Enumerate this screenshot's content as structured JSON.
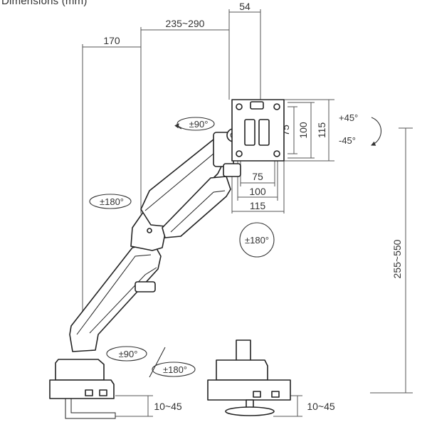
{
  "title": "Dimensions (mm)",
  "dimensions": {
    "top_depth": "54",
    "reach_max": "235~290",
    "reach_min": "170",
    "vesa_75_v": "75",
    "vesa_100_v": "100",
    "vesa_115_v": "115",
    "vesa_75_h": "75",
    "vesa_100_h": "100",
    "vesa_115_h": "115",
    "height_range": "255~550",
    "clamp_left": "10~45",
    "clamp_right": "10~45"
  },
  "rotations": {
    "head_swivel": "±90°",
    "tilt_up": "+45°",
    "tilt_down": "-45°",
    "elbow_swivel": "±180°",
    "screen_rotation": "±180°",
    "base_swivel_90": "±90°",
    "base_swivel_180": "±180°"
  }
}
